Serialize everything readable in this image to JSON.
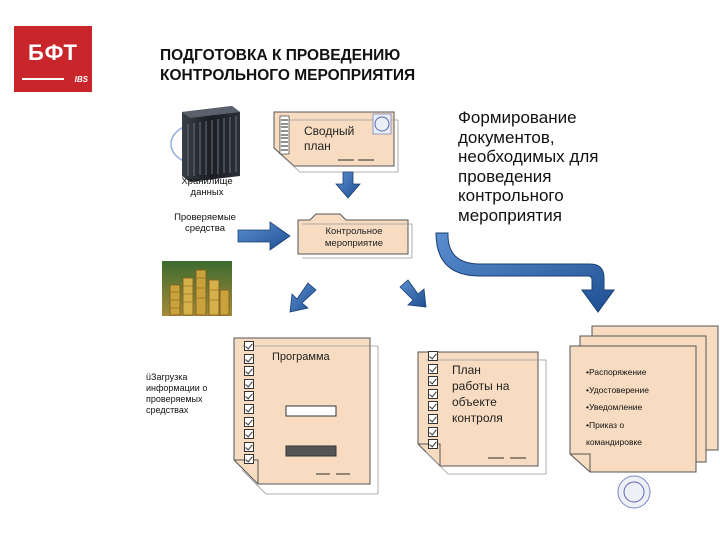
{
  "logo": {
    "brand": "БФТ",
    "sub": "IBS",
    "color": "#c9262c"
  },
  "title": {
    "line1": "ПОДГОТОВКА К ПРОВЕДЕНИЮ",
    "line2": "КОНТРОЛЬНОГО МЕРОПРИЯТИЯ"
  },
  "left": {
    "storage_line1": "Хранилище",
    "storage_line2": "данных",
    "funds_line1": "Проверяемые",
    "funds_line2": "средства",
    "load_marker": "ü",
    "load_lines": [
      "Загрузка",
      "информации о",
      "проверяемых",
      "средствах"
    ]
  },
  "docs": {
    "summary_line1": "Сводный",
    "summary_line2": "план",
    "event_line1": "Контрольное",
    "event_line2": "мероприятие",
    "program": "Программа",
    "plan_lines": [
      "План",
      "работы на",
      "объекте",
      "контроля"
    ]
  },
  "right": {
    "text_lines": [
      "Формирование",
      "документов,",
      "необходимых для",
      "проведения",
      "контрольного",
      "мероприятия"
    ],
    "list": [
      "•Распоряжение",
      "•Удостоверение",
      "•Уведомление",
      "•Приказ о",
      "командировке"
    ]
  },
  "icons": {
    "server": "server-rack-icon",
    "coins": "coin-stacks-icon",
    "seal": "emblem-seal-icon",
    "barcode": "barcode-icon"
  },
  "colors": {
    "document_fill": "#f7dcc1",
    "document_border": "#555555",
    "arrow_fill": "#2f6db3",
    "arrow_outline": "#1b3f72"
  }
}
